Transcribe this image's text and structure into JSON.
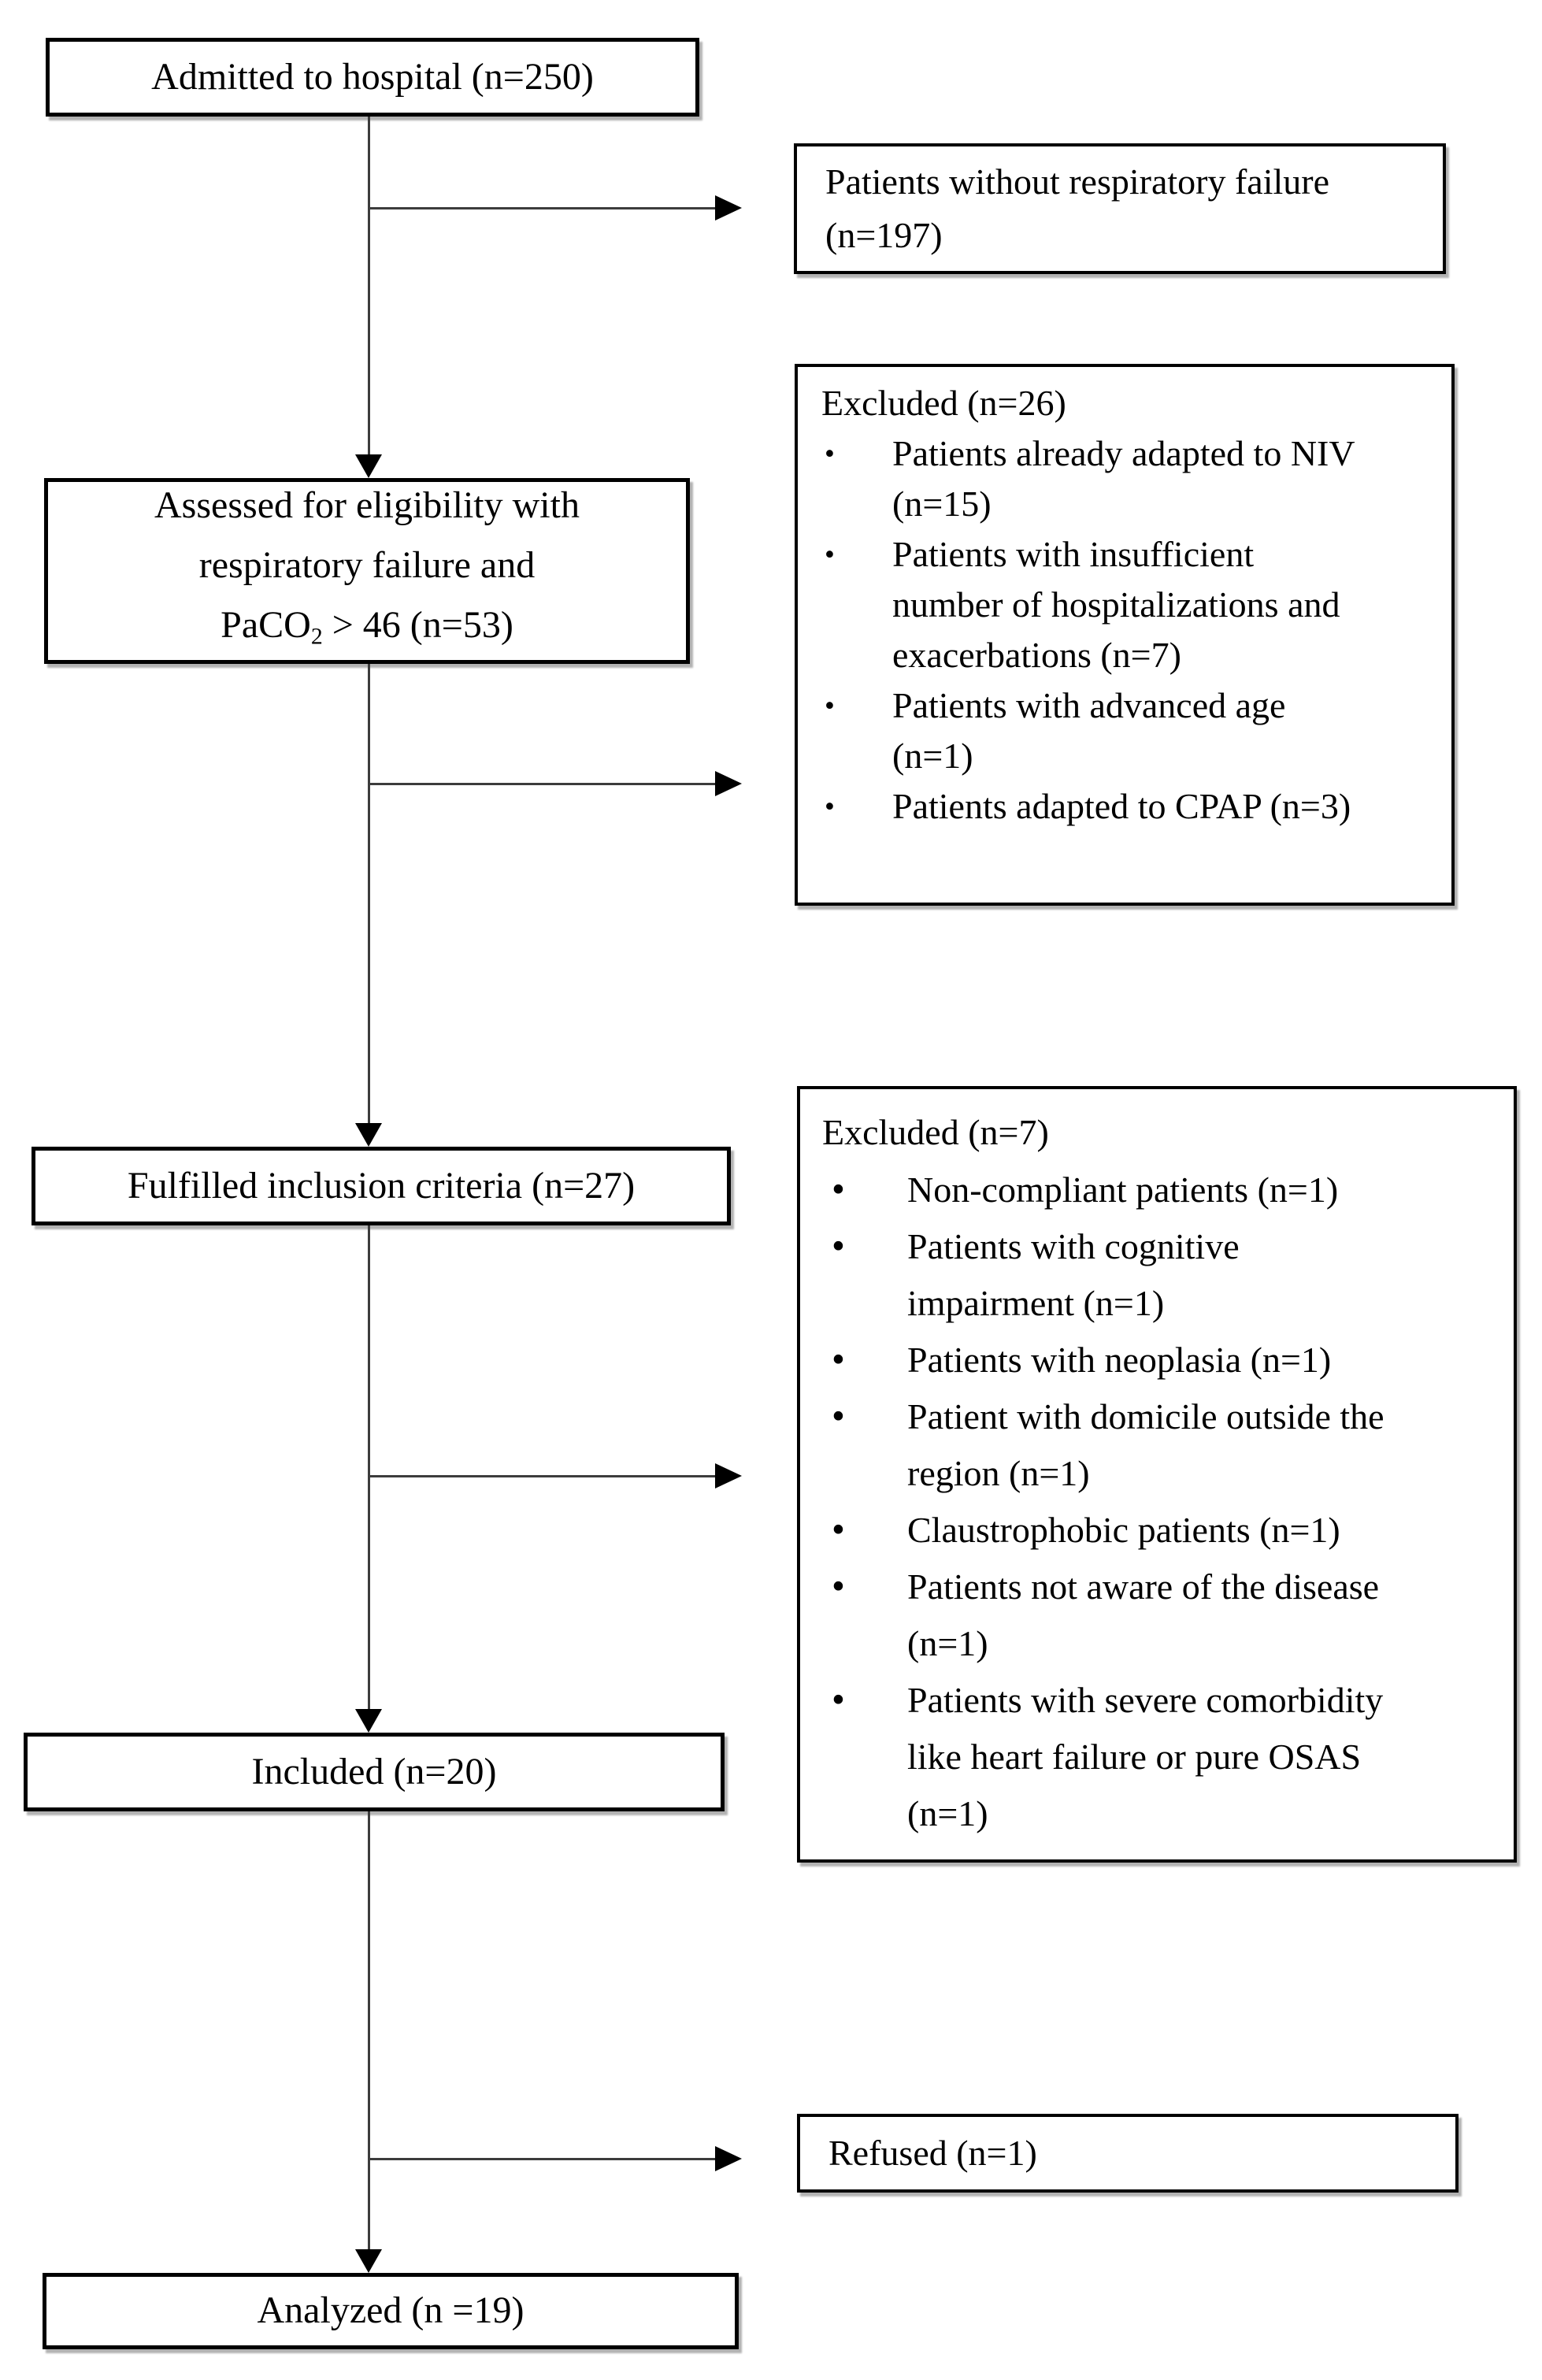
{
  "diagram": {
    "type": "patient-flow-chart",
    "colors": {
      "background": "#ffffff",
      "box_border": "#000000",
      "text": "#000000",
      "connector_line": "#3c3c3c",
      "arrowhead": "#000000"
    },
    "boxes": {
      "admitted": {
        "label": "Admitted to hospital (n=250)"
      },
      "no_respiratory_failure": {
        "label": "Patients without respiratory failure (n=197)"
      },
      "assessed": {
        "line1": "Assessed for eligibility with",
        "line2": "respiratory failure and",
        "line3_prefix": "PaCO",
        "line3_sub": "2",
        "line3_suffix": " > 46 (n=53)"
      },
      "excluded26": {
        "title": "Excluded (n=26)",
        "items": [
          "Patients already adapted to NIV (n=15)",
          "Patients with insufficient number of hospitalizations and exacerbations (n=7)",
          "Patients with advanced age (n=1)",
          "Patients adapted to CPAP (n=3)"
        ]
      },
      "fulfilled": {
        "label": "Fulfilled inclusion criteria (n=27)"
      },
      "excluded7": {
        "title": "Excluded (n=7)",
        "items": [
          "Non-compliant patients (n=1)",
          "Patients with cognitive impairment (n=1)",
          "Patients with neoplasia (n=1)",
          "Patient with domicile outside the region (n=1)",
          "Claustrophobic patients (n=1)",
          "Patients not aware of the disease (n=1)",
          "Patients with severe comorbidity like heart failure or pure OSAS (n=1)"
        ]
      },
      "included": {
        "label": "Included (n=20)"
      },
      "refused": {
        "label": "Refused (n=1)"
      },
      "analyzed": {
        "label": "Analyzed (n =19)"
      }
    }
  }
}
